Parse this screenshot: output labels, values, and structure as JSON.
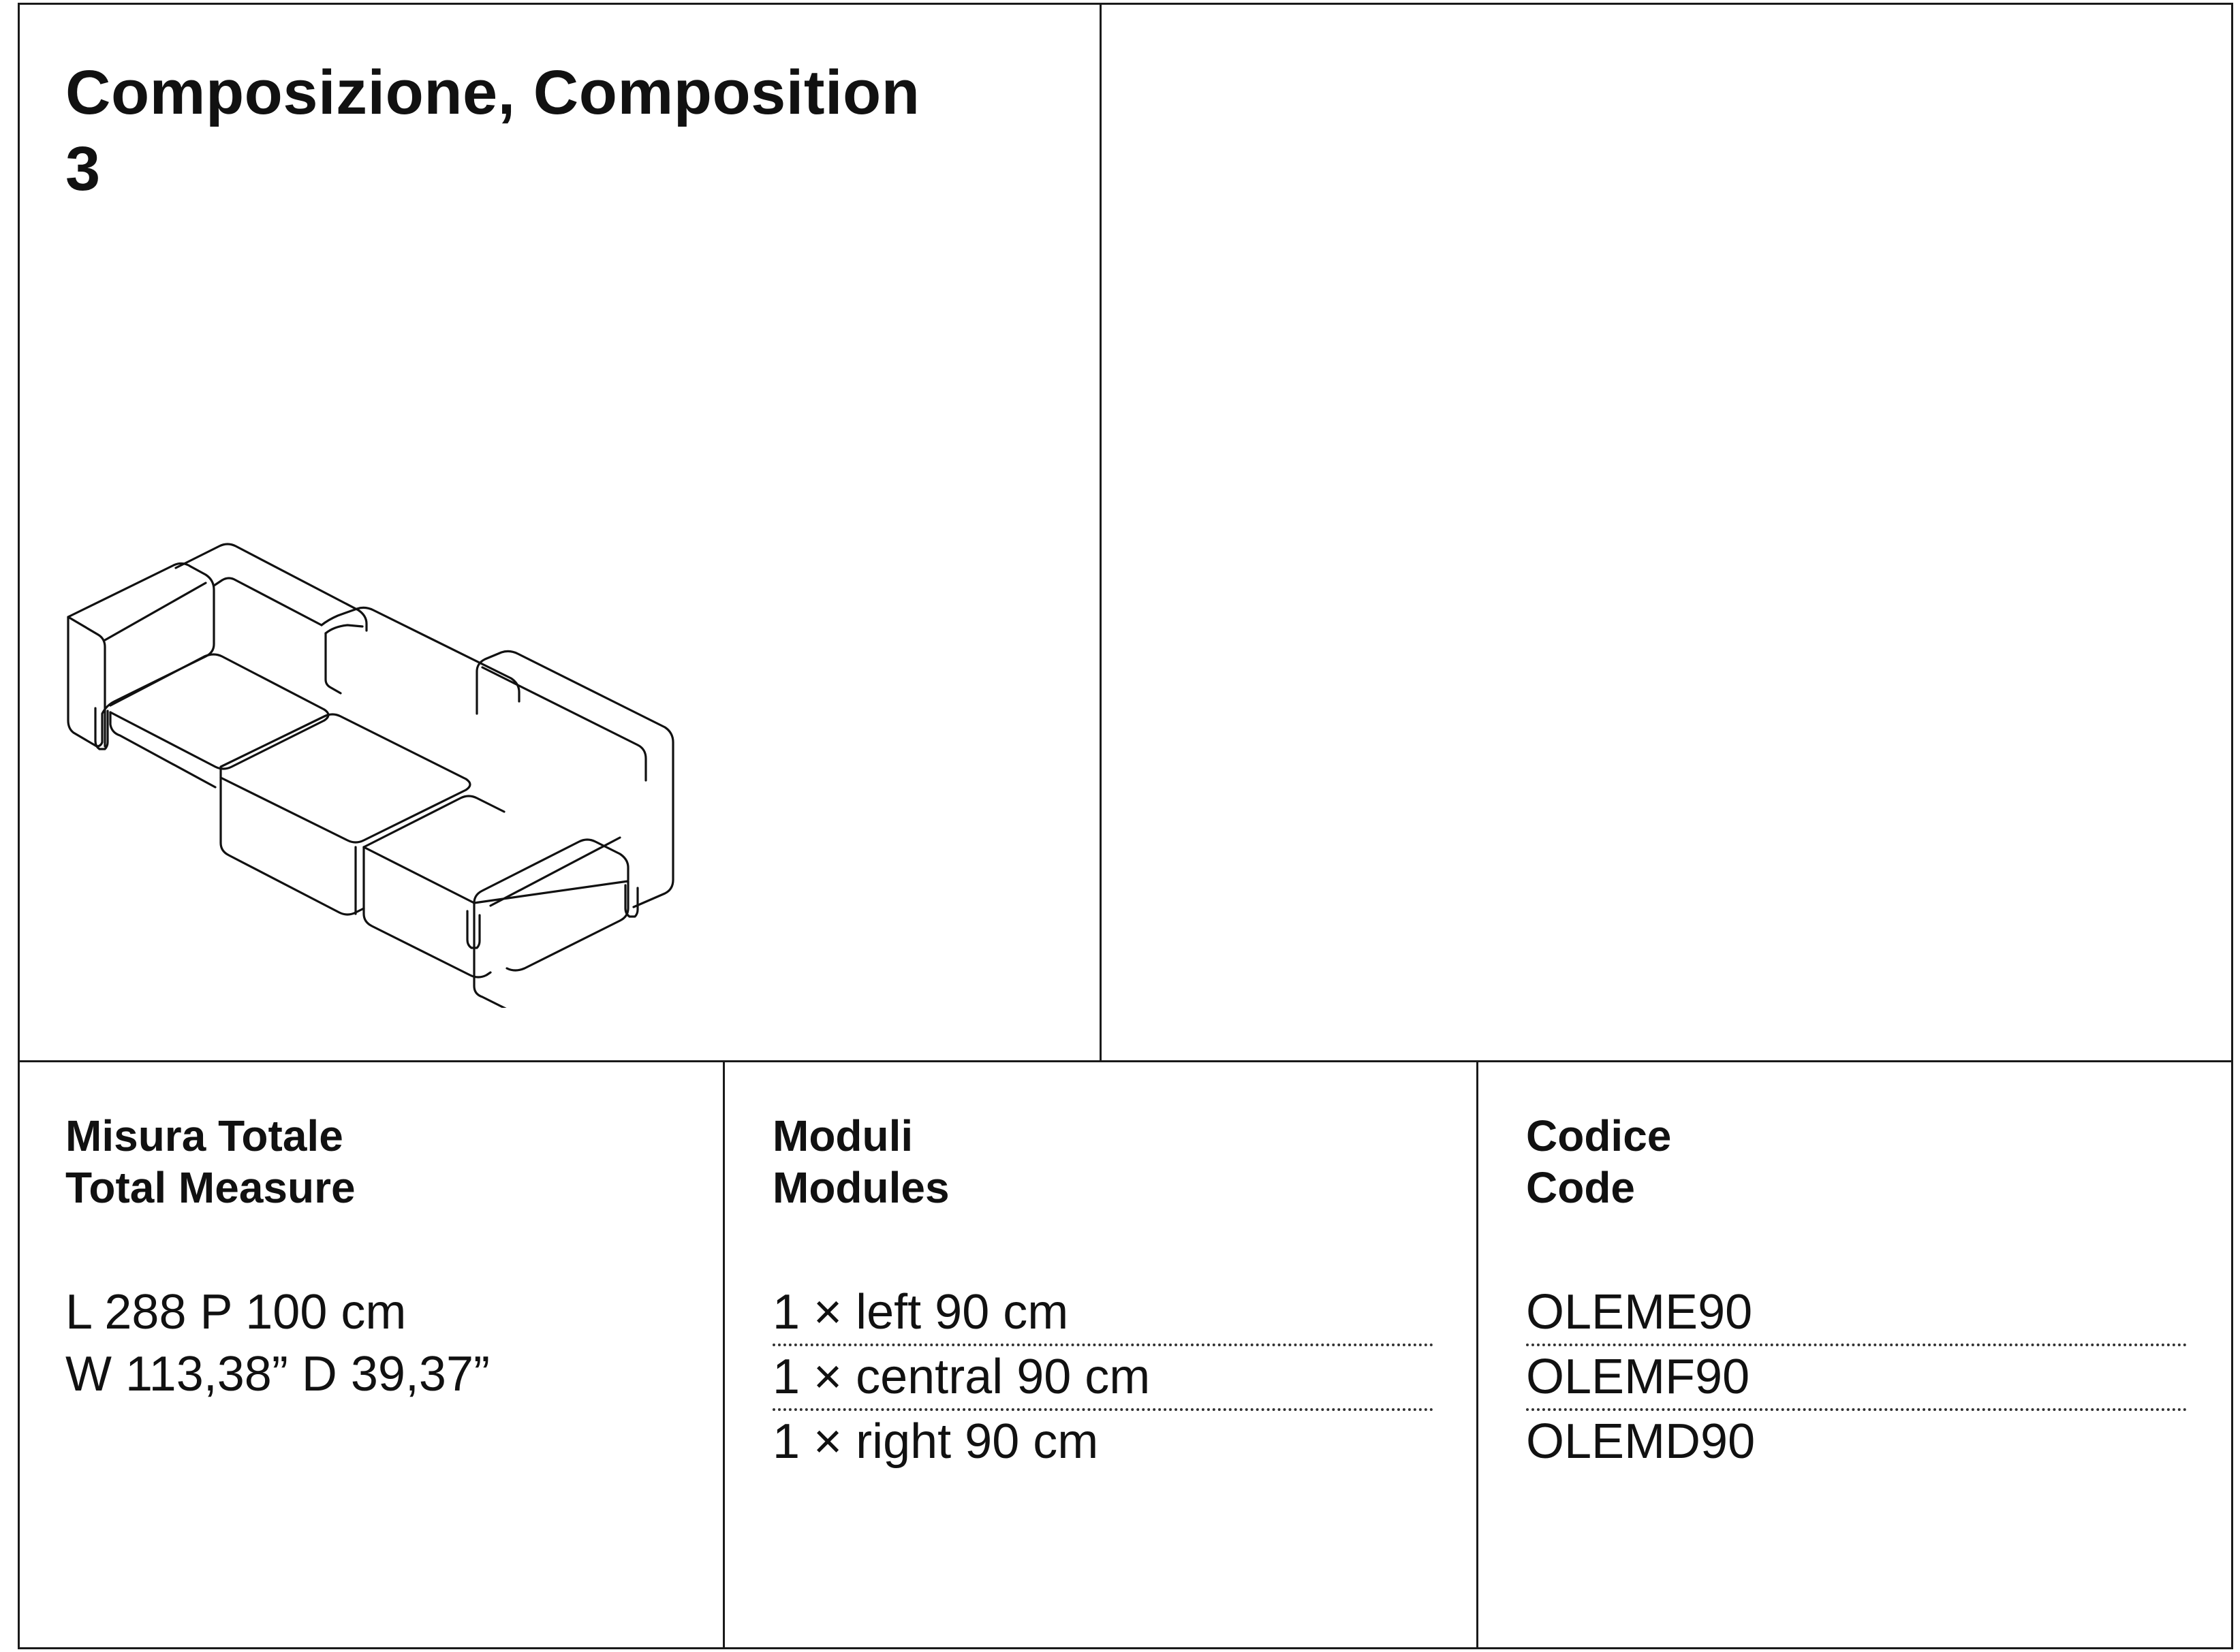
{
  "header": {
    "title_line1": "Composizione, Composition",
    "title_line2": "3"
  },
  "illustration": {
    "icon": "sofa-composition-icon"
  },
  "total_measure": {
    "heading_it": "Misura Totale",
    "heading_en": "Total Measure",
    "metric": "L 288 P 100 cm",
    "imperial": "W 113,38” D 39,37”"
  },
  "modules": {
    "heading_it": "Moduli",
    "heading_en": "Modules",
    "items": [
      "1 × left 90 cm",
      "1 × central 90 cm",
      "1 × right 90 cm"
    ]
  },
  "code": {
    "heading_it": "Codice",
    "heading_en": "Code",
    "items": [
      "OLEME90",
      "OLEMF90",
      "OLEMD90"
    ]
  },
  "colors": {
    "line": "#1a1a1a",
    "text": "#111111",
    "background": "#ffffff"
  }
}
